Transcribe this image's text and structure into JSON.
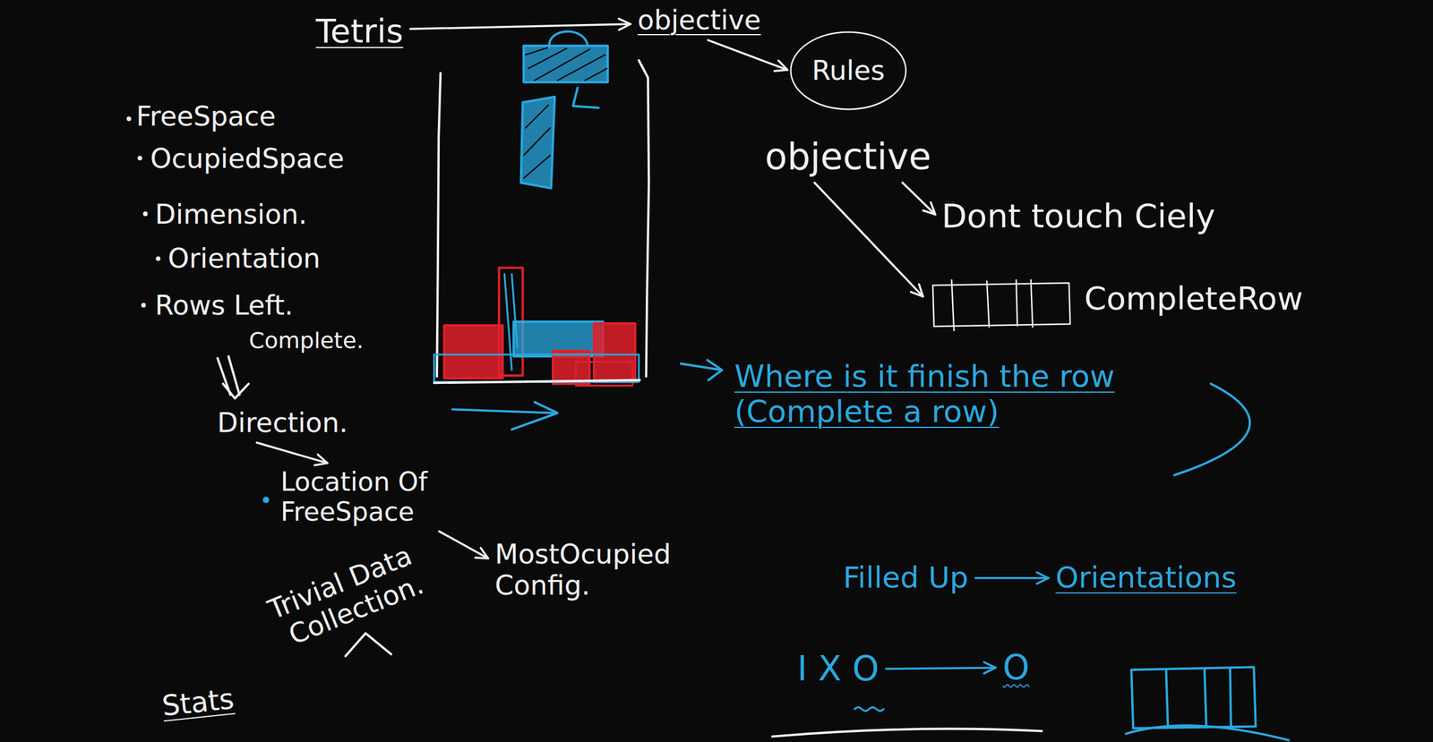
{
  "diagram": {
    "nodes": [
      {
        "text": [
          "Tetris"
        ]
      },
      {
        "text": [
          "objective"
        ]
      },
      {
        "text": [
          "Rules"
        ]
      },
      {
        "text": [
          "objective"
        ]
      },
      {
        "text": [
          "Dont touch Ciely"
        ]
      },
      {
        "text": [
          "CompleteRow"
        ]
      },
      {
        "text": [
          "Direction."
        ]
      },
      {
        "text": [
          "Location Of FreeSpace"
        ]
      },
      {
        "text": [
          "MostOcupied Config."
        ]
      },
      {
        "text": [
          "Filled Up"
        ]
      },
      {
        "text": [
          "Orientations"
        ]
      },
      {
        "text": [
          "I X O"
        ]
      },
      {
        "text": [
          "O"
        ]
      }
    ],
    "edges": [
      {
        "from": 0,
        "to": 1,
        "arrow": "to"
      },
      {
        "from": 1,
        "to": 2,
        "arrow": "to"
      },
      {
        "from": 3,
        "to": 4,
        "arrow": "to"
      },
      {
        "from": 3,
        "to": 5,
        "arrow": "to"
      },
      {
        "from": 6,
        "to": 7,
        "arrow": "to"
      },
      {
        "from": 7,
        "to": 8,
        "arrow": "to"
      },
      {
        "from": 9,
        "to": 10,
        "arrow": "to"
      },
      {
        "from": 11,
        "to": 12,
        "arrow": "to"
      }
    ],
    "labels": [
      "FreeSpace",
      "OcupiedSpace",
      "Dimension.",
      "Orientation",
      "Rows Left.",
      "Complete.",
      "Where is it finish the row (Complete a row)",
      "Trivial Data Collection.",
      "Stats"
    ]
  }
}
